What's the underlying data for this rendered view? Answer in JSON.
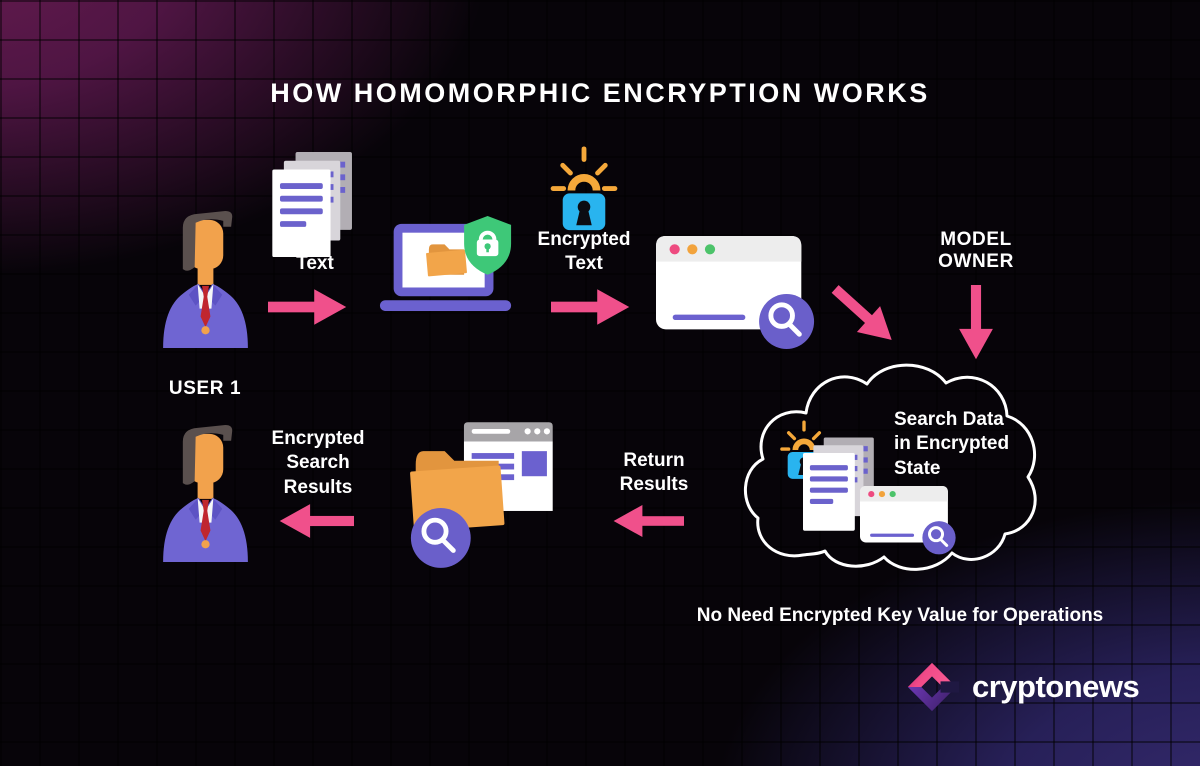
{
  "header": {
    "title": "HOW HOMOMORPHIC ENCRYPTION WORKS"
  },
  "top_flow": {
    "user1_label": "USER 1",
    "text_label": "Text",
    "encrypted_text_label": "Encrypted Text",
    "model_owner_label": "MODEL OWNER"
  },
  "cloud": {
    "search_label": "Search Data in Encrypted State",
    "note": "No Need Encrypted Key Value for Operations"
  },
  "bottom_flow": {
    "encrypted_search_results_label": "Encrypted Search Results",
    "return_results_label": "Return Results"
  },
  "brand": {
    "name": "cryptonews"
  },
  "icons": {
    "user": "business-person-icon",
    "documents": "stacked-text-documents-icon",
    "laptop": "laptop-folder-shield-lock-icon",
    "encrypted_lock": "glowing-padlock-icon",
    "browser_search": "browser-window-magnifier-icon",
    "cloud": "cloud-outline-icon",
    "folder_search": "folder-webpage-magnifier-icon",
    "arrow": "flow-arrow-icon",
    "brand_mark": "cryptonews-logo-icon"
  },
  "colors": {
    "background_magenta": "#5c1847",
    "background_indigo": "#2d2460",
    "arrow_pink": "#f0508b",
    "accent_purple": "#6b61cf",
    "folder_orange": "#f2a54a",
    "lock_cyan": "#29b4ef",
    "shield_green": "#3ec878",
    "tie_red": "#c0262f",
    "text_white": "#ffffff",
    "brand_pink": "#f0447f",
    "brand_purple": "#5e2ba2"
  }
}
